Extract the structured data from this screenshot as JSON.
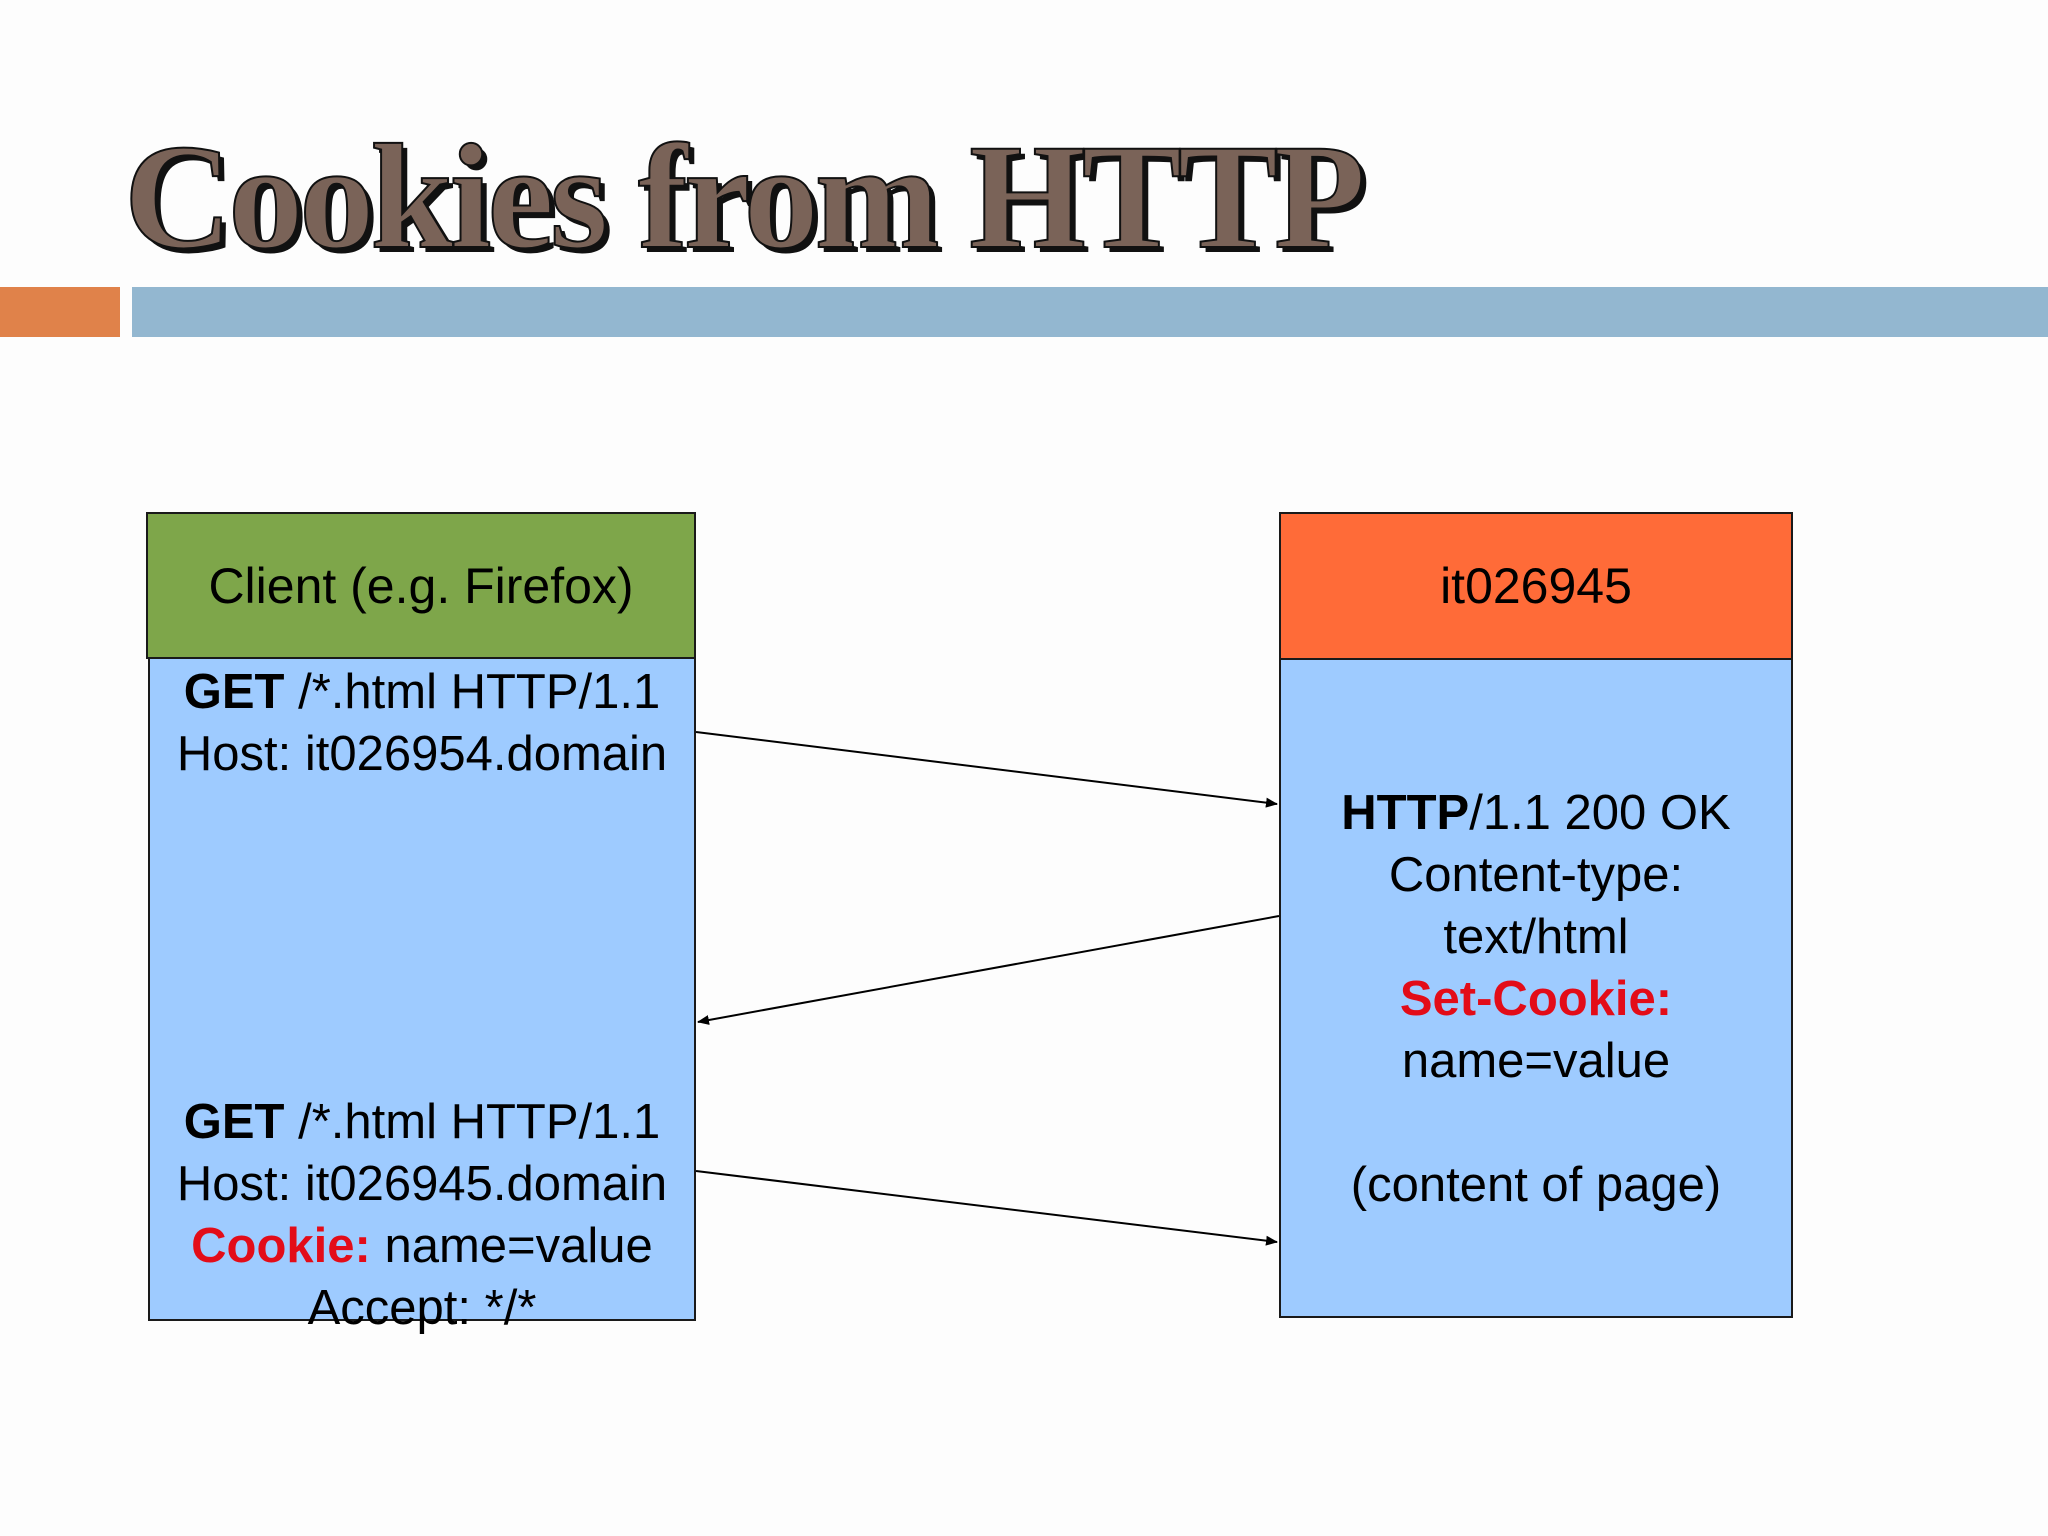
{
  "slide": {
    "title": "Cookies from HTTP"
  },
  "client": {
    "header": "Client (e.g. Firefox)",
    "request1": {
      "method": "GET",
      "line1_rest": " /*.html HTTP/1.1",
      "line2": "Host: it026954.domain"
    },
    "request2": {
      "method": "GET",
      "line1_rest": " /*.html HTTP/1.1",
      "line2": "Host: it026945.domain",
      "cookie_label": "Cookie:",
      "cookie_value": " name=value",
      "line4": "Accept: */*"
    }
  },
  "server": {
    "header": "it026945",
    "response": {
      "protocol": "HTTP",
      "status_rest": "/1.1 200 OK",
      "line2": "Content-type:",
      "line3": "text/html",
      "set_cookie_label": "Set-Cookie:",
      "set_cookie_value": "name=value",
      "body_note": "(content of page)"
    }
  },
  "colors": {
    "client_header": "#7ea64a",
    "server_header": "#ff6b38",
    "box_body": "#9ecbff",
    "highlight": "#e30c18",
    "accent_bar": "#93b7d0",
    "accent_block": "#e0824a"
  }
}
